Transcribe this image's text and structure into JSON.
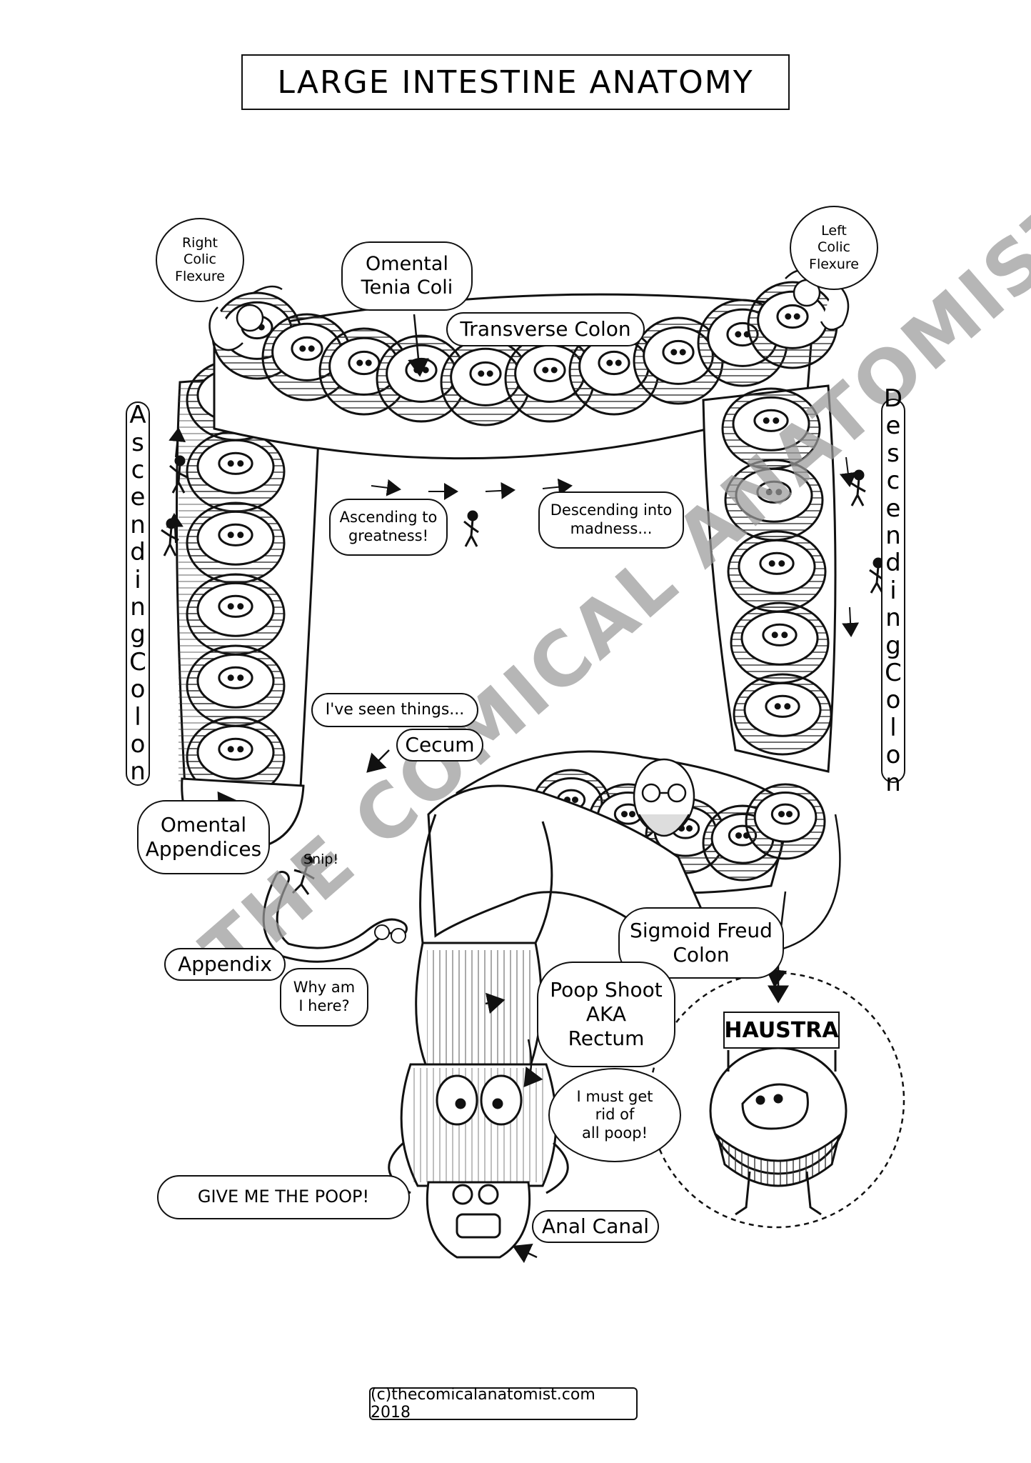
{
  "title": "LARGE INTESTINE ANATOMY",
  "labels": {
    "right_colic_flexure": "Right\nColic\nFlexure",
    "left_colic_flexure": "Left\nColic\nFlexure",
    "omental_tenia_coli": "Omental\nTenia Coli",
    "transverse_colon": "Transverse Colon",
    "ascending_colon": "Ascending Colon",
    "descending_colon": "Descending Colon",
    "cecum": "Cecum",
    "omental_appendices": "Omental\nAppendices",
    "appendix": "Appendix",
    "sigmoid_colon": "Sigmoid Freud\nColon",
    "rectum": "Poop Shoot\nAKA\nRectum",
    "anal_canal": "Anal Canal",
    "haustra": "HAUSTRA"
  },
  "speech": {
    "ascending": "Ascending to\ngreatness!",
    "descending": "Descending into\nmadness...",
    "seen_things": "I've seen things...",
    "why_here": "Why am\nI here?",
    "get_rid": "I must get\nrid of\nall poop!",
    "give_poop": "GIVE ME THE POOP!",
    "snip": "Snip!"
  },
  "watermark": "THE COMICAL ANATOMIST",
  "footer": "(c)thecomicalanatomist.com  2018"
}
